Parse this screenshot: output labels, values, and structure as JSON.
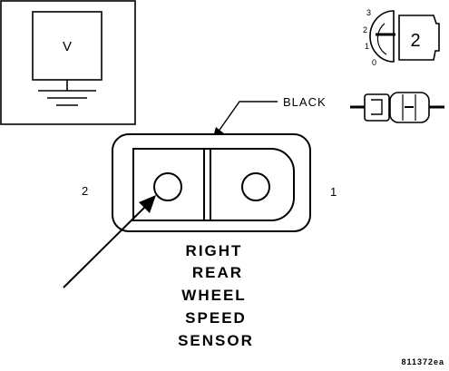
{
  "meter": {
    "symbol": "V"
  },
  "key_switch": {
    "positions": [
      "3",
      "2",
      "1",
      "0"
    ],
    "selected": "2"
  },
  "connector": {
    "wire_color": "BLACK",
    "pin_left": "2",
    "pin_right": "1"
  },
  "title_lines": [
    "RIGHT",
    "REAR",
    "WHEEL",
    "SPEED",
    "SENSOR"
  ],
  "figure_ref": "811372ea",
  "colors": {
    "ink": "#000000",
    "paper": "#ffffff"
  }
}
